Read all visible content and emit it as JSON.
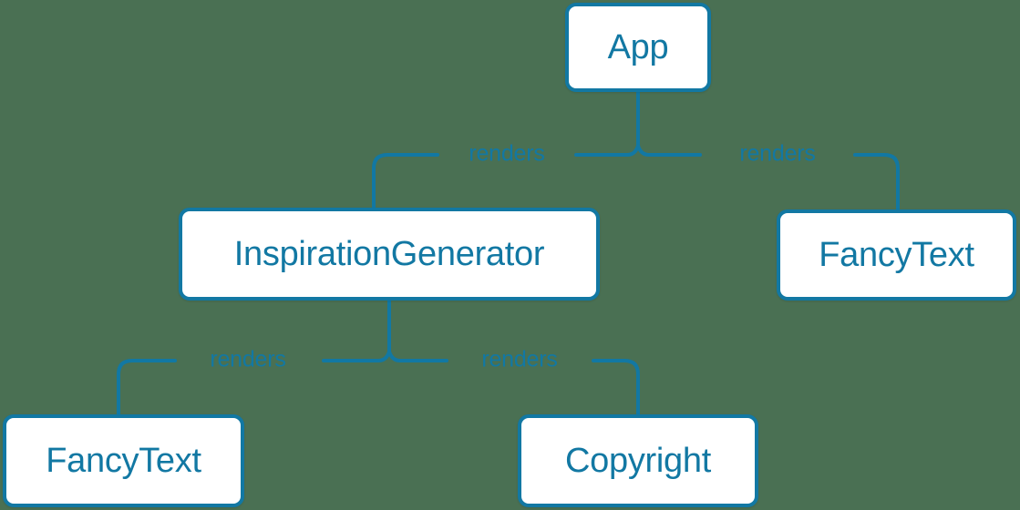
{
  "diagram": {
    "type": "component-tree",
    "background_color": "#4a7053",
    "accent_color": "#1278a3",
    "node_fill_color": "#ffffff",
    "nodes": [
      {
        "id": "app",
        "label": "App"
      },
      {
        "id": "inspgen",
        "label": "InspirationGenerator"
      },
      {
        "id": "fancy_right",
        "label": "FancyText"
      },
      {
        "id": "fancy_left",
        "label": "FancyText"
      },
      {
        "id": "copyright",
        "label": "Copyright"
      }
    ],
    "edges": [
      {
        "from": "app",
        "to": "inspgen",
        "label": "renders"
      },
      {
        "from": "app",
        "to": "fancy_right",
        "label": "renders"
      },
      {
        "from": "inspgen",
        "to": "fancy_left",
        "label": "renders"
      },
      {
        "from": "inspgen",
        "to": "copyright",
        "label": "renders"
      }
    ]
  }
}
